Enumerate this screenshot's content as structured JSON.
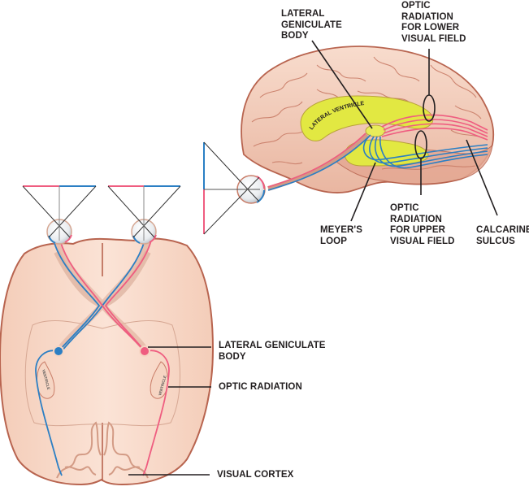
{
  "diagram": {
    "subject": "Visual pathway",
    "colors": {
      "brain_fill": "#f6d5c3",
      "brain_outline": "#b8644f",
      "ventricle_fill": "#e2e842",
      "upper_field_fibers": "#2b7fc4",
      "lower_field_fibers": "#ef5d80",
      "leader_line": "#231f20"
    },
    "lateral_view": {
      "labels": {
        "lateral_geniculate_body": "LATERAL\nGENICULATE\nBODY",
        "optic_radiation_lower": "OPTIC\nRADIATION\nFOR LOWER\nVISUAL FIELD",
        "meyers_loop": "MEYER'S\nLOOP",
        "optic_radiation_upper": "OPTIC\nRADIATION\nFOR UPPER\nVISUAL FIELD",
        "calcarine_sulcus": "CALCARINE\nSULCUS",
        "lateral_ventricle": "LATERAL VENTRICLE"
      }
    },
    "superior_view": {
      "labels": {
        "lateral_geniculate_body": "LATERAL GENICULATE\nBODY",
        "optic_radiation": "OPTIC RADIATION",
        "visual_cortex": "VISUAL CORTEX",
        "ventricle_left": "VENTRICLE",
        "ventricle_right": "VENTRICLE"
      }
    }
  }
}
